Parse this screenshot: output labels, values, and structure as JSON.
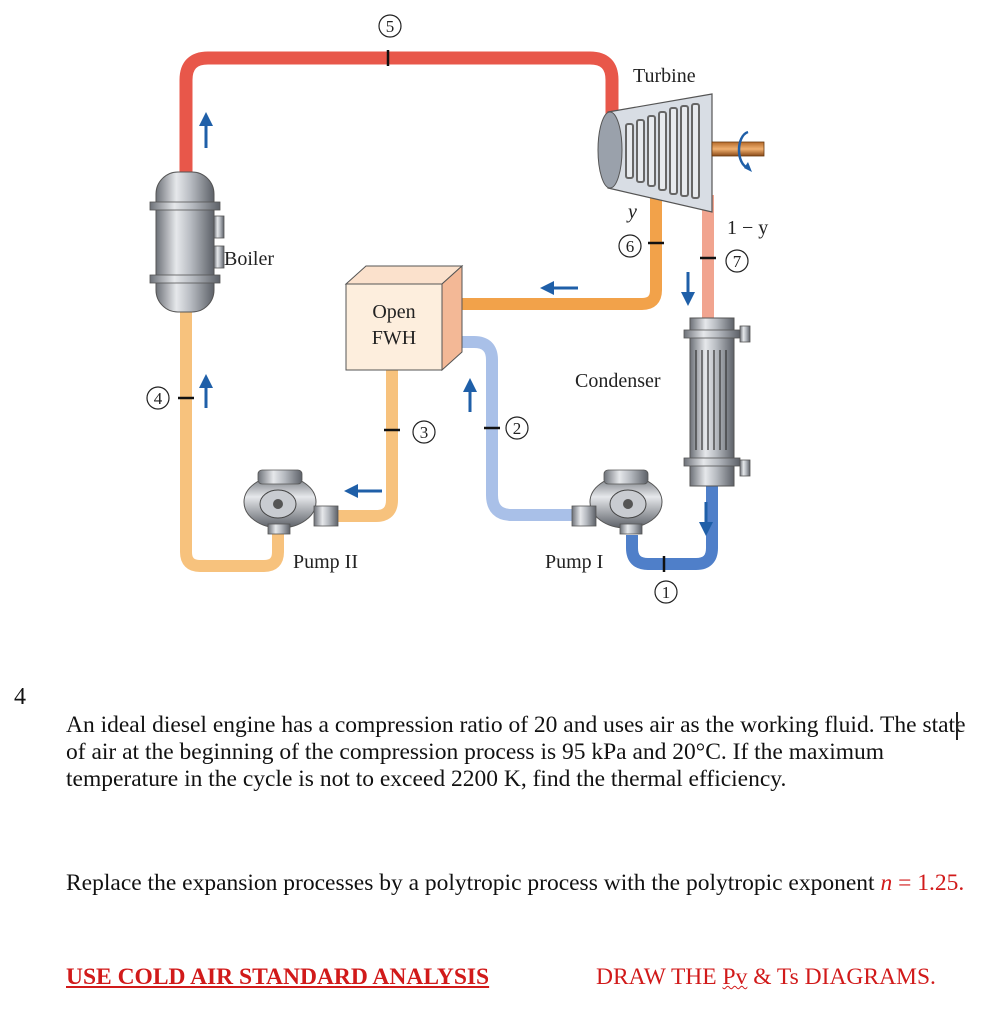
{
  "diagram": {
    "labels": {
      "turbine": "Turbine",
      "boiler": "Boiler",
      "fwh_line1": "Open",
      "fwh_line2": "FWH",
      "condenser": "Condenser",
      "pump1": "Pump I",
      "pump2": "Pump II",
      "y": "y",
      "one_minus_y": "1 − y"
    },
    "states": [
      "1",
      "2",
      "3",
      "4",
      "5",
      "6",
      "7"
    ],
    "colors": {
      "hot_steam": "#e8574a",
      "bleed_steam": "#f2a24a",
      "exhaust_steam": "#f1a48f",
      "cold_water": "#4f7fc9",
      "pump1_outlet": "#a9c0e8",
      "feedwater": "#f7c27d",
      "arrow": "#1f5fa8"
    }
  },
  "problem": {
    "number": "4",
    "paragraph1": "An ideal diesel engine has a compression ratio of 20 and uses air as the working fluid. The state of air at the beginning of the compression process is 95 kPa and 20°C. If the maximum temperature in the cycle is not to exceed 2200 K, find the thermal efficiency.",
    "paragraph2_prefix": "Replace the expansion processes by a polytropic process with the polytropic exponent ",
    "exponent_symbol": "n",
    "exponent_value": " = 1.25.",
    "footer_left": "USE COLD AIR STANDARD ANALYSIS",
    "footer_right_prefix": "DRAW THE ",
    "footer_right_pv": "Pv",
    "footer_right_suffix": " & Ts DIAGRAMS."
  }
}
